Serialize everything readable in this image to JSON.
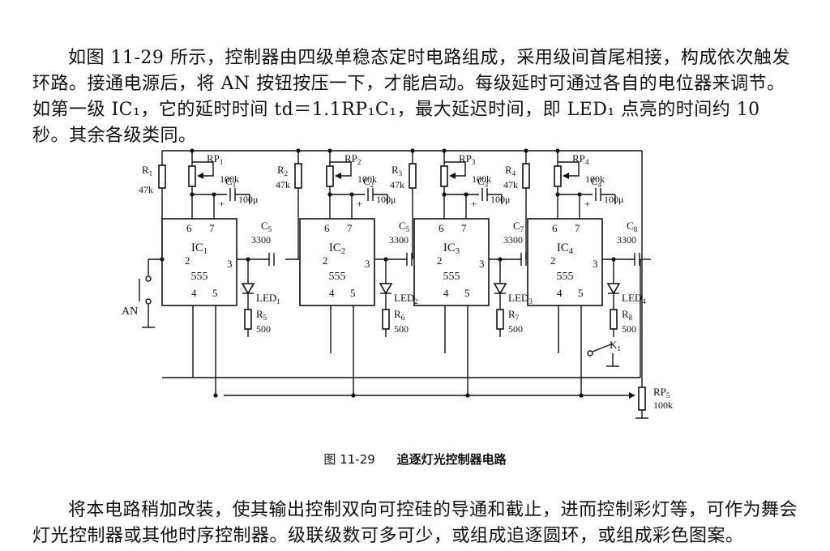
{
  "text": {
    "paragraph1": "如图 11-29 所示，控制器由四级单稳态定时电路组成，采用级间首尾相接，构成依次触发环路。接通电源后，将 AN 按钮按压一下，才能启动。每级延时可通过各自的电位器来调节。如第一级 IC₁，它的延时时间 td＝1.1RP₁C₁，最大延迟时间，即 LED₁ 点亮的时间约 10 秒。其余各级类同。",
    "paragraph2": "将本电路稍加改装，使其输出控制双向可控硅的导通和截止，进而控制彩灯等，可作为舞会灯光控制器或其他时序控制器。级联级数可多可少，或组成追逐圆环，或组成彩色图案。"
  },
  "figure": {
    "number": "图 11-29",
    "title": "追逐灯光控制器电路",
    "stages": [
      {
        "ic": "IC",
        "ic_sub": "1",
        "chip": "555",
        "r_top": "R",
        "r_top_sub": "1",
        "r_top_val": "47k",
        "rp": "RP",
        "rp_sub": "1",
        "rp_val": "100k",
        "c_timing": "C",
        "c_timing_sub": "1",
        "c_timing_val": "100μ",
        "c_couple": "C",
        "c_couple_sub": "5",
        "c_couple_val": "3300",
        "led": "LED",
        "led_sub": "1",
        "r_led": "R",
        "r_led_sub": "5",
        "r_led_val": "500"
      },
      {
        "ic": "IC",
        "ic_sub": "2",
        "chip": "555",
        "r_top": "R",
        "r_top_sub": "2",
        "r_top_val": "47k",
        "rp": "RP",
        "rp_sub": "2",
        "rp_val": "100k",
        "c_timing": "C",
        "c_timing_sub": "2",
        "c_timing_val": "100μ",
        "c_couple": "C",
        "c_couple_sub": "5",
        "c_couple_val": "3300",
        "led": "LED",
        "led_sub": "2",
        "r_led": "R",
        "r_led_sub": "6",
        "r_led_val": "500"
      },
      {
        "ic": "IC",
        "ic_sub": "3",
        "chip": "555",
        "r_top": "R",
        "r_top_sub": "3",
        "r_top_val": "47k",
        "rp": "RP",
        "rp_sub": "3",
        "rp_val": "100k",
        "c_timing": "C",
        "c_timing_sub": "3",
        "c_timing_val": "100μ",
        "c_couple": "C",
        "c_couple_sub": "7",
        "c_couple_val": "3300",
        "led": "LED",
        "led_sub": "3",
        "r_led": "R",
        "r_led_sub": "7",
        "r_led_val": "500"
      },
      {
        "ic": "IC",
        "ic_sub": "4",
        "chip": "555",
        "r_top": "R",
        "r_top_sub": "4",
        "r_top_val": "47k",
        "rp": "RP",
        "rp_sub": "4",
        "rp_val": "100k",
        "c_timing": "C",
        "c_timing_sub": "4",
        "c_timing_val": "100μ",
        "c_couple": "C",
        "c_couple_sub": "8",
        "c_couple_val": "3300",
        "led": "LED",
        "led_sub": "4",
        "r_led": "R",
        "r_led_sub": "8",
        "r_led_val": "500"
      }
    ],
    "pins": {
      "p6": "6",
      "p7": "7",
      "p2": "2",
      "p3": "3",
      "p4": "4",
      "p5": "5",
      "plus": "+"
    },
    "button": "AN",
    "switch": {
      "name": "K",
      "sub": "1"
    },
    "rp5": {
      "name": "RP",
      "sub": "5",
      "val": "100k"
    }
  }
}
